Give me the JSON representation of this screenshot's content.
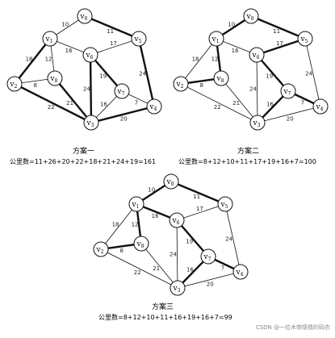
{
  "nodes": [
    {
      "id": "v0",
      "base": "v",
      "sub": "0"
    },
    {
      "id": "v1",
      "base": "v",
      "sub": "1"
    },
    {
      "id": "v2",
      "base": "v",
      "sub": "2"
    },
    {
      "id": "v3",
      "base": "v",
      "sub": "3"
    },
    {
      "id": "v4",
      "base": "v",
      "sub": "4"
    },
    {
      "id": "v5",
      "base": "v",
      "sub": "5"
    },
    {
      "id": "v6",
      "base": "v",
      "sub": "6"
    },
    {
      "id": "v7",
      "base": "v",
      "sub": "7"
    },
    {
      "id": "v8",
      "base": "v",
      "sub": "8"
    }
  ],
  "edges": [
    {
      "a": "v0",
      "b": "v1",
      "w": 10
    },
    {
      "a": "v0",
      "b": "v5",
      "w": 11
    },
    {
      "a": "v1",
      "b": "v6",
      "w": 16
    },
    {
      "a": "v1",
      "b": "v2",
      "w": 18
    },
    {
      "a": "v1",
      "b": "v8",
      "w": 12
    },
    {
      "a": "v5",
      "b": "v6",
      "w": 17
    },
    {
      "a": "v5",
      "b": "v4",
      "w": 24
    },
    {
      "a": "v2",
      "b": "v8",
      "w": 8
    },
    {
      "a": "v2",
      "b": "v3",
      "w": 22
    },
    {
      "a": "v8",
      "b": "v3",
      "w": 21
    },
    {
      "a": "v6",
      "b": "v7",
      "w": 19
    },
    {
      "a": "v6",
      "b": "v3",
      "w": 24
    },
    {
      "a": "v7",
      "b": "v3",
      "w": 16
    },
    {
      "a": "v7",
      "b": "v4",
      "w": 7
    },
    {
      "a": "v3",
      "b": "v4",
      "w": 20
    }
  ],
  "schemes": [
    {
      "title": "方案一",
      "formula": "公里数=11+26+20+22+18+21+24+19=161",
      "highlight": [
        [
          "v0",
          "v5"
        ],
        [
          "v5",
          "v4"
        ],
        [
          "v3",
          "v4"
        ],
        [
          "v2",
          "v3"
        ],
        [
          "v1",
          "v2"
        ],
        [
          "v8",
          "v3"
        ],
        [
          "v6",
          "v3"
        ],
        [
          "v6",
          "v7"
        ]
      ]
    },
    {
      "title": "方案二",
      "formula": "公里数=8+12+10+11+17+19+16+7=100",
      "highlight": [
        [
          "v2",
          "v8"
        ],
        [
          "v1",
          "v8"
        ],
        [
          "v0",
          "v1"
        ],
        [
          "v0",
          "v5"
        ],
        [
          "v5",
          "v6"
        ],
        [
          "v6",
          "v7"
        ],
        [
          "v7",
          "v3"
        ],
        [
          "v7",
          "v4"
        ]
      ]
    },
    {
      "title": "方案三",
      "formula": "公里数=8+12+10+11+16+19+16+7=99",
      "highlight": [
        [
          "v2",
          "v8"
        ],
        [
          "v1",
          "v8"
        ],
        [
          "v0",
          "v1"
        ],
        [
          "v0",
          "v5"
        ],
        [
          "v1",
          "v6"
        ],
        [
          "v6",
          "v7"
        ],
        [
          "v7",
          "v3"
        ],
        [
          "v7",
          "v4"
        ]
      ]
    }
  ],
  "watermark": "CSDN @一位木带感情的码农"
}
